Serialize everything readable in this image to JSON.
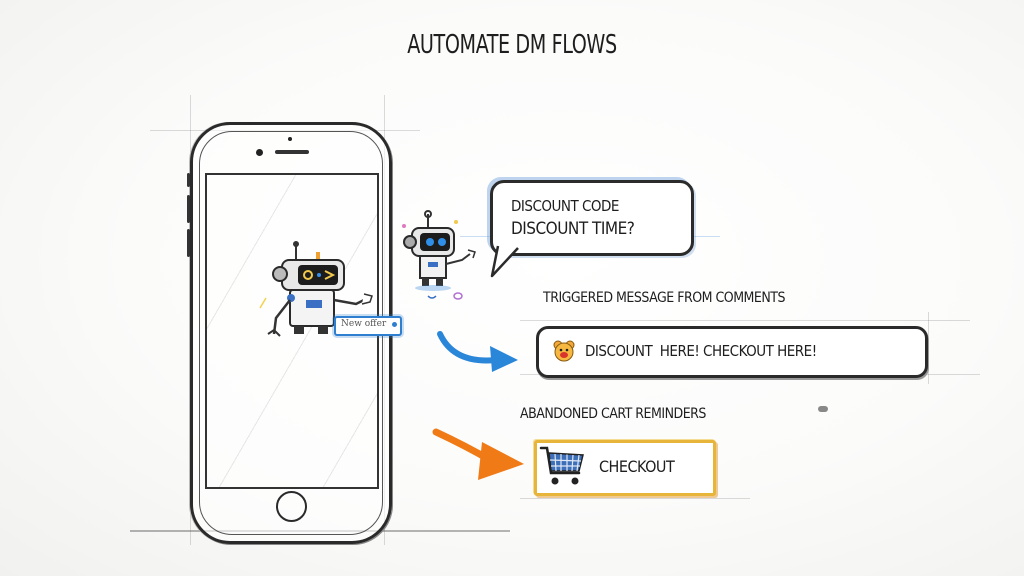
{
  "title": "AUTOMATE DM FLOWS",
  "phone": {
    "screen_bot": {
      "badge_text": "New offer"
    }
  },
  "bubble": {
    "line1": "DISCOUNT CODE",
    "line2": "DISCOUNT TIME?"
  },
  "flows": [
    {
      "label": "TRIGGERED MESSAGE FROM COMMENTS",
      "message": "DISCOUNT  HERE! CHECKOUT HERE!",
      "icon": "smiley-face-icon",
      "arrow_color": "#2a86d8"
    },
    {
      "label": "ABANDONED CART REMINDERS",
      "message": "CHECKOUT",
      "icon": "shopping-cart-icon",
      "arrow_color": "#f07a16"
    }
  ],
  "colors": {
    "ink": "#222222",
    "blue_accent": "#2a86d8",
    "orange_accent": "#f07a16",
    "yellow_outline": "#e6b53a",
    "background": "#f8f8f7"
  }
}
